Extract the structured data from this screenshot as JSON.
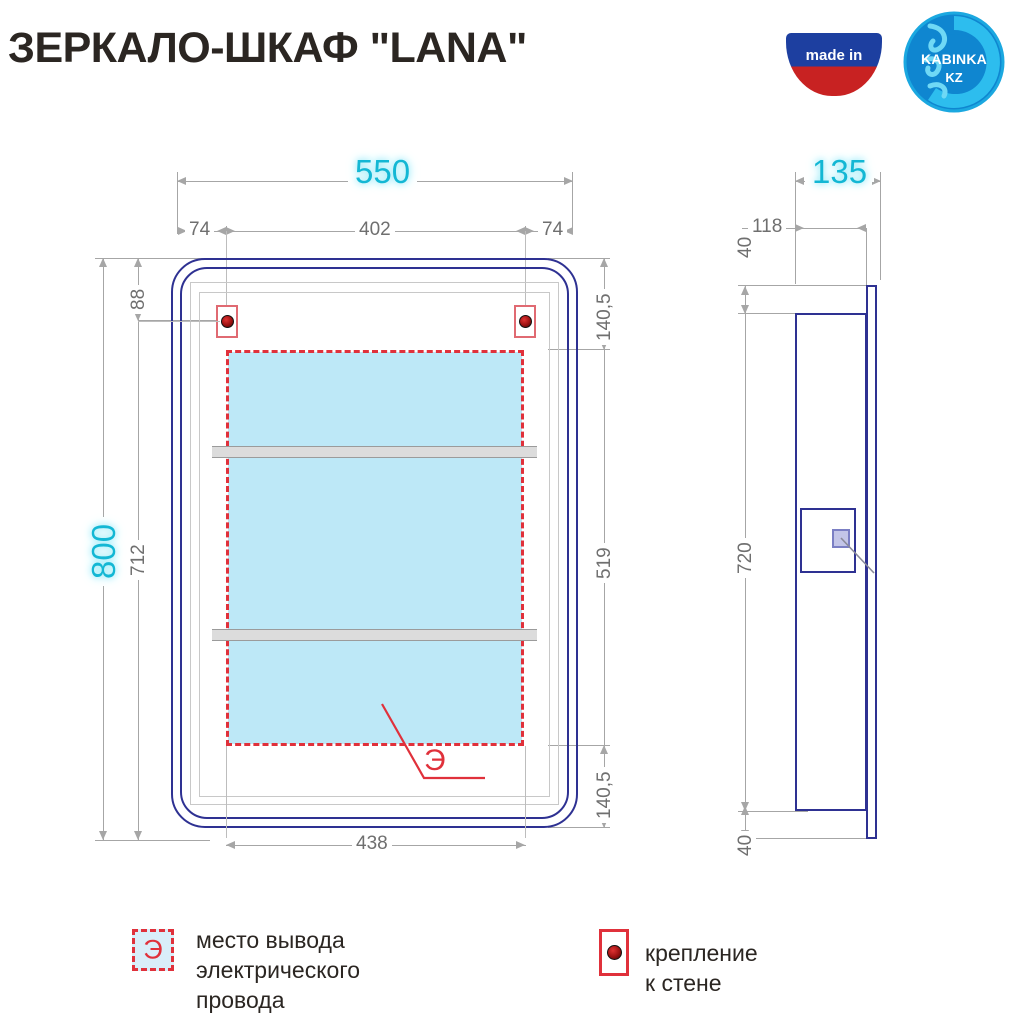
{
  "header": {
    "title": "ЗЕРКАЛО-ШКАФ \"LANA\"",
    "made_in_badge": "made in",
    "logo_line1": "KABINKA",
    "logo_line2": "KZ"
  },
  "colors": {
    "accent_cyan": "#13b7d4",
    "frame_blue": "#2e3192",
    "mirror_fill": "#bde8f7",
    "mark_red": "#e0313b",
    "dim_grey": "#a6a6a6",
    "title_dark": "#2b2622"
  },
  "front_view": {
    "name": "front-elevation",
    "dimensions": {
      "overall_width": "550",
      "overall_height": "800",
      "mount_left_offset": "74",
      "mount_spacing": "402",
      "mount_right_offset": "74",
      "top_to_mount": "88",
      "mount_to_bottom": "712",
      "mirror_top_margin": "140,5",
      "mirror_height": "519",
      "mirror_bottom_margin": "140,5",
      "inner_width": "438"
    },
    "electrical_marker": "Э"
  },
  "side_view": {
    "name": "side-elevation",
    "dimensions": {
      "overall_depth": "135",
      "body_depth": "118",
      "top_offset": "40",
      "body_height": "720",
      "bottom_offset": "40"
    }
  },
  "legend": {
    "items": [
      {
        "glyph": "Э",
        "label": "место вывода\nэлектрического провода",
        "icon": "electrical-outlet-icon"
      },
      {
        "glyph": "",
        "label": "крепление к стене",
        "icon": "wall-mount-icon"
      }
    ]
  }
}
